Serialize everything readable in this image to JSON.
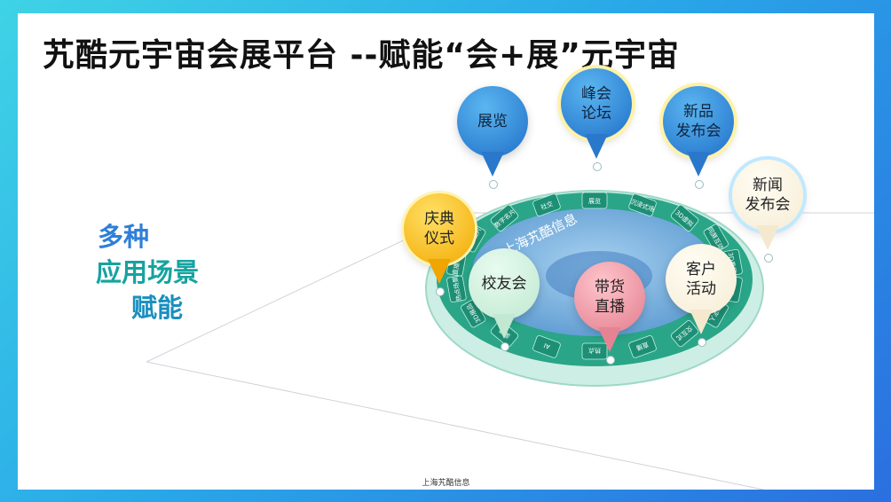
{
  "title": "艽酷元宇宙会展平台 --赋能“会+展”元宇宙",
  "side_text": [
    "多种",
    "应用场景",
    "赋能"
  ],
  "platform_label": "上海艽酷信息",
  "ring_tiles": [
    "展览",
    "沉浸式场景",
    "3D虚拟化身",
    "同屏互动",
    "3D看展",
    "会议",
    "数字人",
    "交互式",
    "直播",
    "热点",
    "AI",
    "录播",
    "3D展品",
    "热点场景",
    "直播带货",
    "展台名片",
    "数字名片",
    "社交"
  ],
  "pins": [
    {
      "id": "exhibition",
      "label": "展览",
      "style": "blue"
    },
    {
      "id": "summit-forum",
      "label": "峰会\n论坛",
      "style": "blue"
    },
    {
      "id": "product-launch",
      "label": "新品\n发布会",
      "style": "blue"
    },
    {
      "id": "press-conference",
      "label": "新闻\n发布会",
      "style": "cream"
    },
    {
      "id": "celebration",
      "label": "庆典\n仪式",
      "style": "gold"
    },
    {
      "id": "alumni",
      "label": "校友会",
      "style": "mint"
    },
    {
      "id": "livestream-sales",
      "label": "带货\n直播",
      "style": "pink"
    },
    {
      "id": "customer-event",
      "label": "客户\n活动",
      "style": "cream"
    }
  ],
  "footer": "上海艽酷信息",
  "colors": {
    "frame_top": "#3fd3e6",
    "frame_bottom": "#2b6fe0",
    "ring": "#2aa588",
    "platform_core": "#7fb6e2"
  }
}
